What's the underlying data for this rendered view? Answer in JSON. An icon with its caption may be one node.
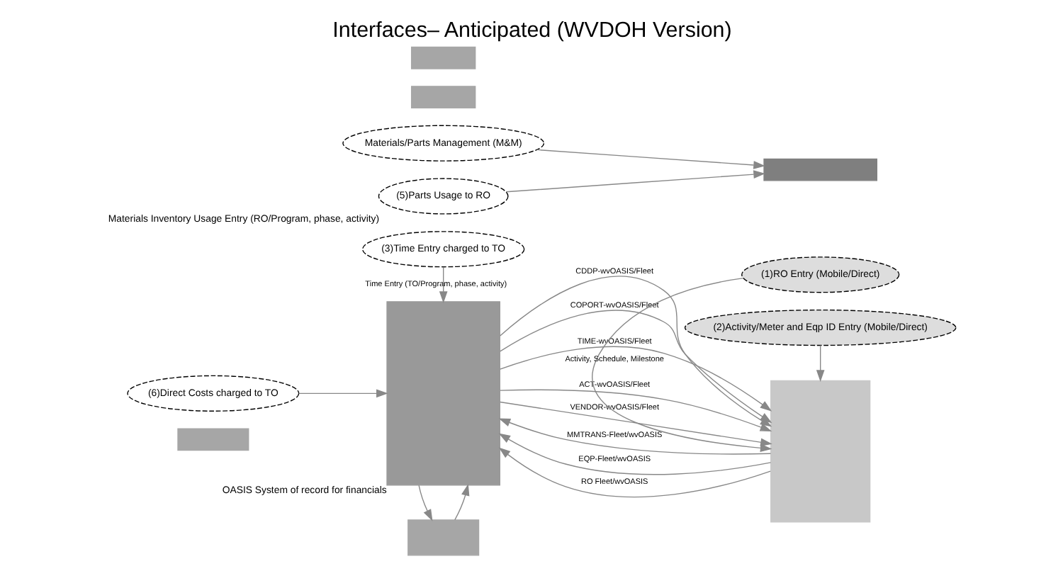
{
  "diagram": {
    "title": "Interfaces– Anticipated (WVDOH Version)",
    "nodes": [
      {
        "text": [],
        "shape": "box"
      },
      {
        "text": [],
        "shape": "box"
      },
      {
        "text": [],
        "shape": "box",
        "beside": [
          "OASIS System of record for financials"
        ]
      },
      {
        "text": [],
        "shape": "box"
      },
      {
        "text": [],
        "shape": "box"
      },
      {
        "text": [],
        "shape": "box"
      },
      {
        "text": [],
        "shape": "box"
      },
      {
        "text": [
          "Materials/Parts Management (M&M)"
        ]
      },
      {
        "text": [
          "(5)Parts Usage to RO"
        ],
        "beside": [
          "Materials Inventory Usage Entry (RO/Program, phase, activity)"
        ]
      },
      {
        "text": [
          "(6)Direct Costs charged to TO"
        ]
      },
      {
        "text": [
          "(3)Time Entry charged to TO"
        ]
      },
      {
        "text": [
          "(1)RO Entry (Mobile/Direct)"
        ]
      },
      {
        "text": [
          "(2)Activity/Meter and Eqp ID Entry (Mobile/Direct)"
        ]
      }
    ],
    "edges": [
      {
        "from": 1,
        "to": 2,
        "arrow": "to"
      },
      {
        "from": 2,
        "to": 1,
        "arrow": "to"
      },
      {
        "from": 3,
        "to": 2,
        "arrow": "to",
        "label": "MMTRANS-Fleet/wvOASIS"
      },
      {
        "from": 2,
        "to": 3,
        "arrow": "to",
        "label": "CDDP-wvOASIS/Fleet"
      },
      {
        "from": 2,
        "to": 3,
        "arrow": "to",
        "label": "COPORT-wvOASIS/Fleet"
      },
      {
        "from": 2,
        "to": 3,
        "arrow": "to",
        "label": "TIME-wvOASIS/Fleet"
      },
      {
        "from": 2,
        "to": 3,
        "arrow": "to",
        "label": "ACT-wvOASIS/Fleet"
      },
      {
        "from": 2,
        "to": 3,
        "arrow": "to",
        "label": "VENDOR-wvOASIS/Fleet"
      },
      {
        "from": 3,
        "to": 2,
        "arrow": "to",
        "label": "EQP-Fleet/wvOASIS"
      },
      {
        "from": 3,
        "to": 2,
        "arrow": "to",
        "label": "RO Fleet/wvOASIS"
      },
      {
        "from": 7,
        "to": 4,
        "arrow": "to"
      },
      {
        "from": 8,
        "to": 4,
        "arrow": "to"
      },
      {
        "from": 9,
        "to": 2,
        "arrow": "to"
      },
      {
        "from": 10,
        "to": 2,
        "arrow": "to",
        "label": "Time Entry (TO/Program, phase, activity)"
      },
      {
        "from": 11,
        "to": 3,
        "arrow": "to",
        "label": "Activity, Schedule, Milestone"
      },
      {
        "from": 12,
        "to": 3,
        "arrow": "to"
      }
    ]
  }
}
